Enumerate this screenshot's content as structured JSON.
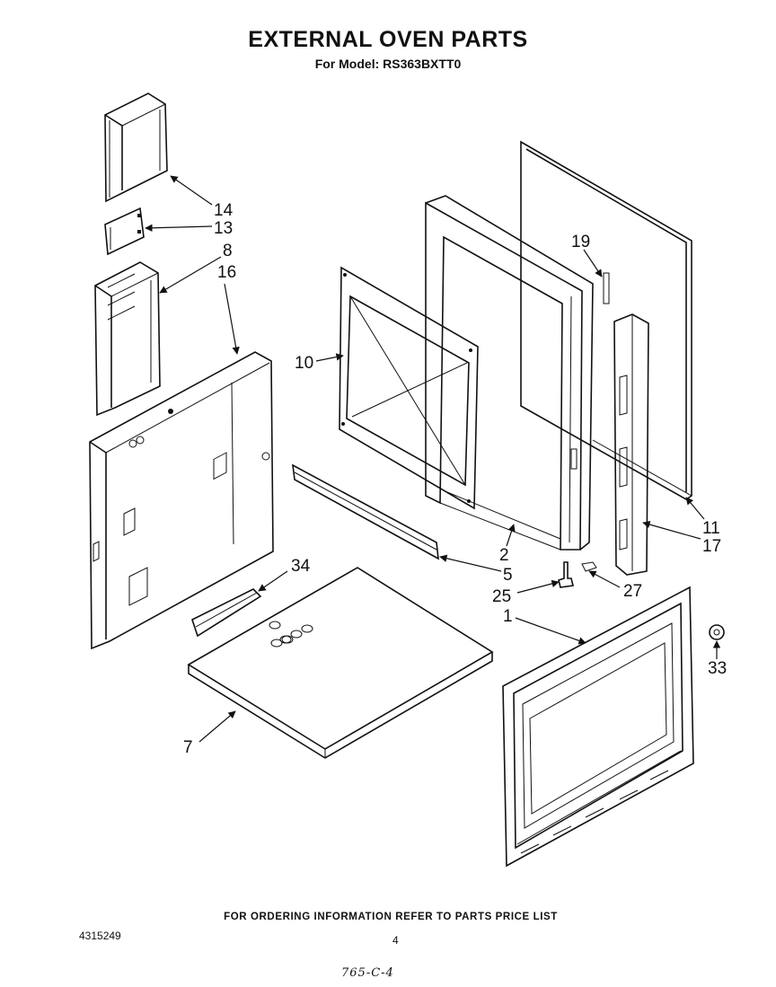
{
  "header": {
    "title": "EXTERNAL OVEN PARTS",
    "subtitle": "For Model: RS363BXTT0"
  },
  "callouts": {
    "p14": "14",
    "p13": "13",
    "p8": "8",
    "p16": "16",
    "p19": "19",
    "p10": "10",
    "p2": "2",
    "p11": "11",
    "p17": "17",
    "p5": "5",
    "p34": "34",
    "p25": "25",
    "p27": "27",
    "p1": "1",
    "p33": "33",
    "p7": "7"
  },
  "footer": {
    "ordering_note": "FOR ORDERING INFORMATION REFER TO PARTS PRICE LIST",
    "document_number": "4315249",
    "page_number": "4",
    "handwritten_date": "765-C-4"
  }
}
